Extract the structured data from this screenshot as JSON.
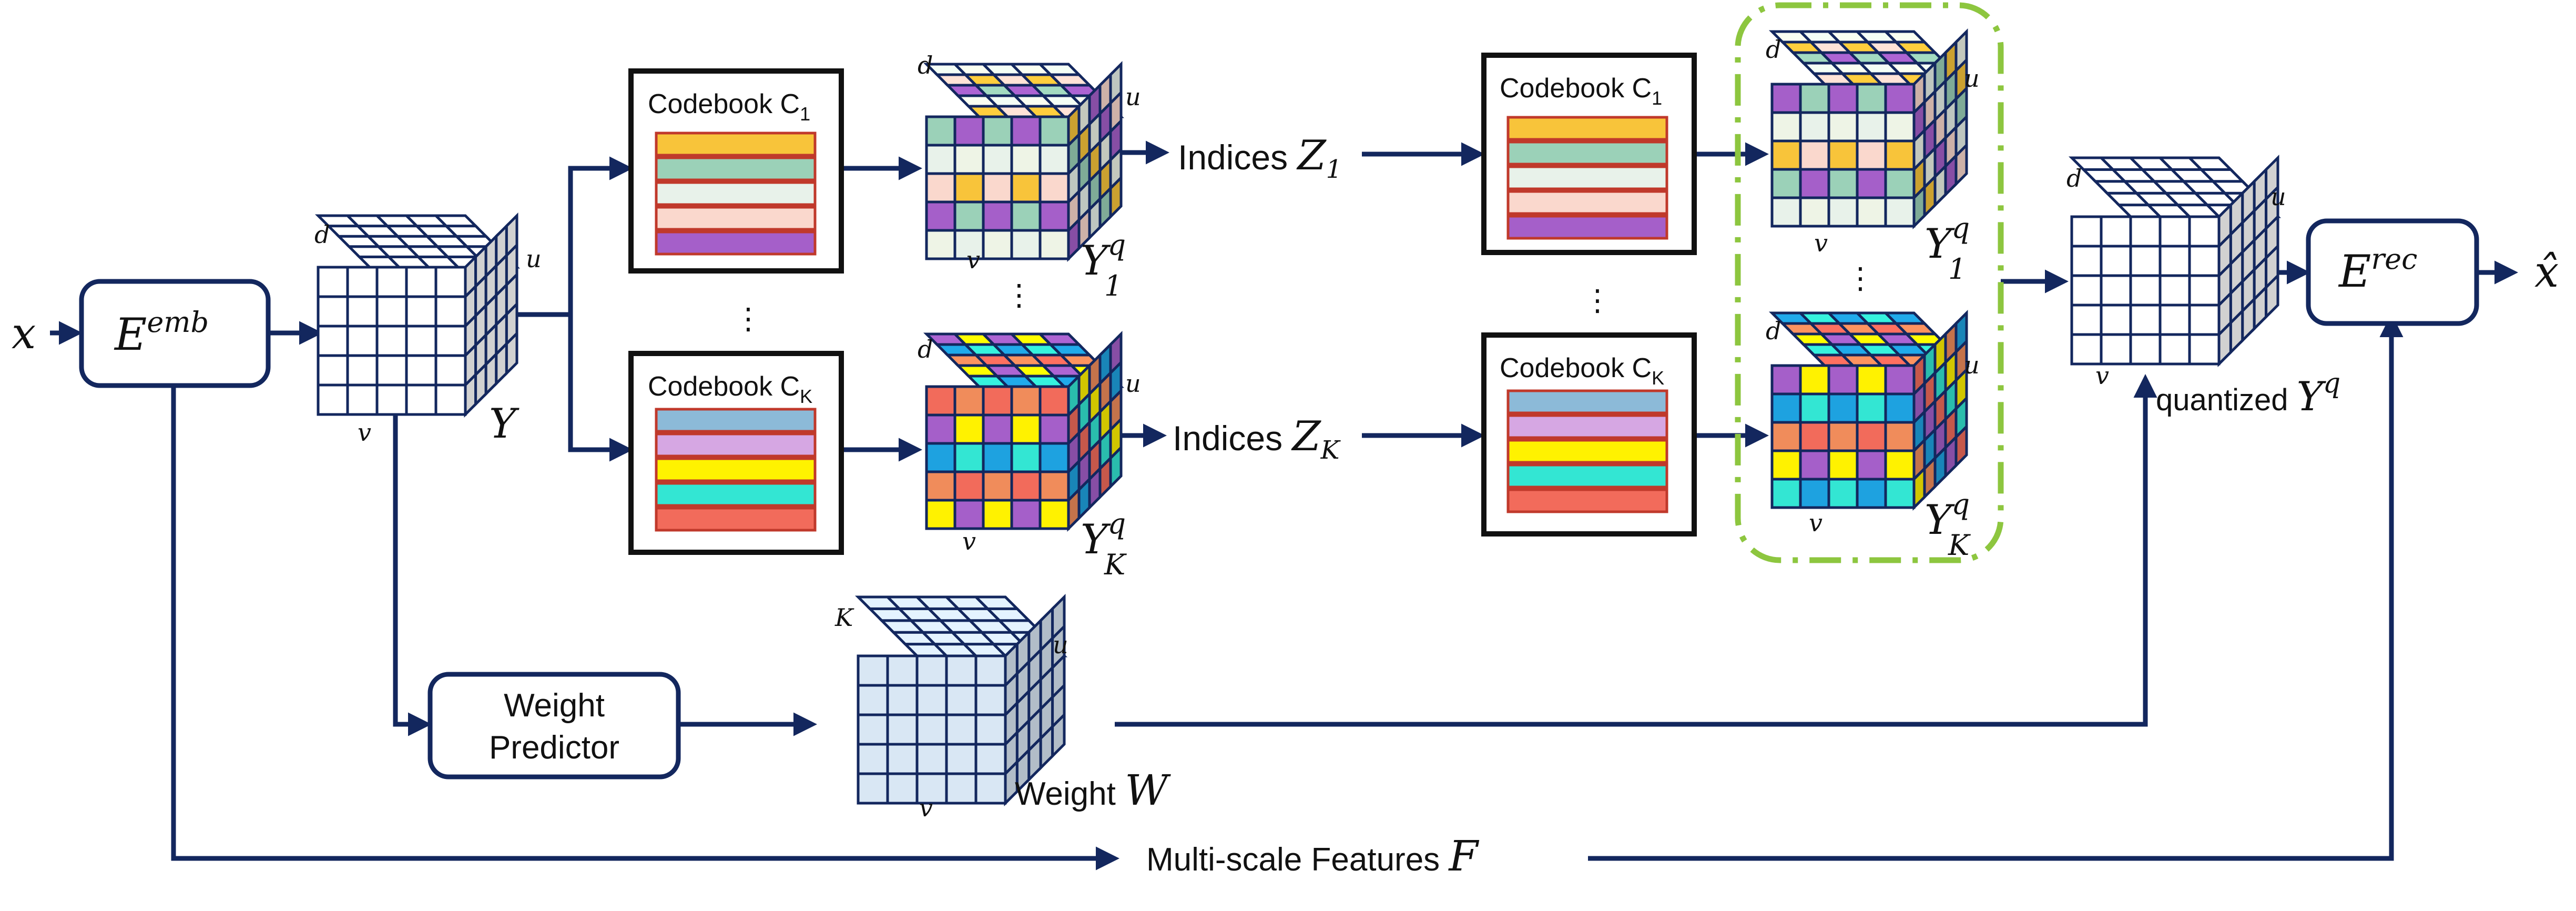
{
  "colors": {
    "navy": "#13275e",
    "green_dash": "#8dc63f",
    "codebook_border": "#c0392b",
    "weight_fill": "#d9e7f4",
    "palette1": [
      "#f8c43a",
      "#9bd1b8",
      "#e8f2ea",
      "#fad8cd",
      "#a55fc9"
    ],
    "paletteK": [
      "#8cbad8",
      "#d6a7e3",
      "#fff200",
      "#33e6d3",
      "#f26b5b"
    ],
    "cube_colors1": [
      "#f8c43a",
      "#9bd1b8",
      "#e8f2ea",
      "#fad8cd",
      "#a55fc9",
      "#eef4e6"
    ],
    "cube_colorsK": [
      "#fff200",
      "#33e6d3",
      "#f26b5b",
      "#a55fc9",
      "#1ea2e0",
      "#f08c5b"
    ]
  },
  "input": {
    "x": "x",
    "output": "x̂"
  },
  "emb_block": {
    "base": "E",
    "sup": "emb"
  },
  "rec_block": {
    "base": "E",
    "sup": "rec"
  },
  "cube_axes": {
    "d": "d",
    "u": "u",
    "v": "v",
    "K": "K"
  },
  "y_cube": {
    "label": "Y"
  },
  "codebook_1": {
    "label": "Codebook C",
    "sub": "1"
  },
  "codebook_K": {
    "label": "Codebook C",
    "sub": "K"
  },
  "yq1": {
    "base": "Y",
    "sup": "q",
    "sub": "1"
  },
  "yqK": {
    "base": "Y",
    "sup": "q",
    "sub": "K"
  },
  "indices_1": {
    "text": "Indices ",
    "var": "Z",
    "sub": "1"
  },
  "indices_K": {
    "text": "Indices ",
    "var": "Z",
    "sub": "K"
  },
  "ellipsis": "⋮",
  "weight_predictor": {
    "line1": "Weight",
    "line2": "Predictor"
  },
  "weight_cube": {
    "text": "Weight ",
    "var": "W"
  },
  "quantized": {
    "text": "quantized ",
    "base": "Y",
    "sup": "q"
  },
  "features": {
    "text": "Multi-scale Features ",
    "var": "F"
  }
}
